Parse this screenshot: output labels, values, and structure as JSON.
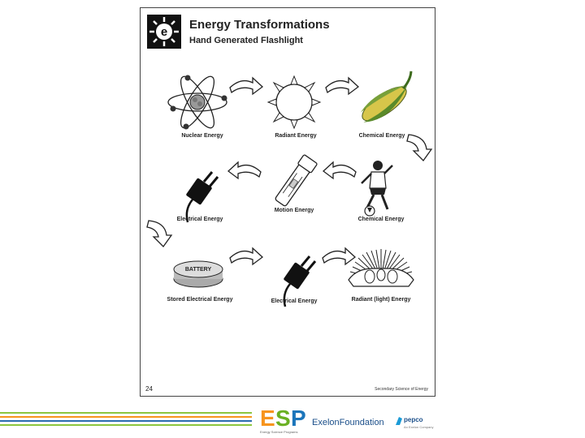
{
  "worksheet": {
    "title": "Energy Transformations",
    "subtitle": "Hand Generated Flashlight",
    "logo_letter": "e",
    "page_number": "24",
    "footer_text": "Secondary Science of Energy",
    "labels": {
      "nuclear": "Nuclear Energy",
      "radiant": "Radiant Energy",
      "chemical_corn": "Chemical Energy",
      "electrical_1": "Electrical Energy",
      "motion": "Motion Energy",
      "chemical_person": "Chemical Energy",
      "stored": "Stored Electrical Energy",
      "electrical_2": "Electrical Energy",
      "radiant_light": "Radiant (light) Energy"
    },
    "battery_text": "BATTERY",
    "icons": [
      "atom-icon",
      "sun-icon",
      "corn-icon",
      "plug-icon",
      "flashlight-icon",
      "soccer-player-icon",
      "battery-icon",
      "light-bulb-icon",
      "arrow-icon"
    ]
  },
  "footer": {
    "esp_text": "ESP",
    "esp_sub": "Energy Science Programs",
    "exelon_text": "ExelonFoundation",
    "pepco_text": "pepco",
    "pepco_sub": "An Exelon Company",
    "colors": {
      "stripe_green": "#8cc63f",
      "stripe_orange": "#f7941d",
      "stripe_blue": "#2b6cb0",
      "esp_orange": "#f7941d",
      "esp_green": "#6ab023",
      "esp_blue": "#1b75bb"
    }
  }
}
